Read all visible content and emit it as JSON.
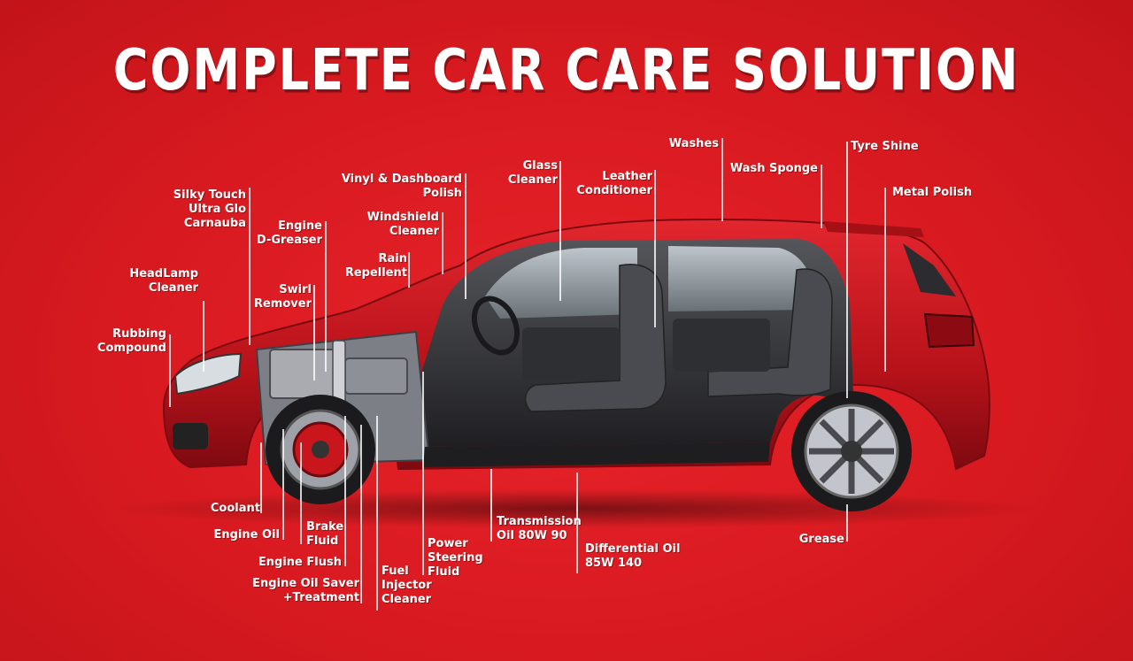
{
  "title": "COMPLETE CAR CARE SOLUTION",
  "colors": {
    "background": "#d81a20",
    "text": "#ffffff",
    "car_body": "#c8161d",
    "interior": "#3a3a3e"
  },
  "labels": {
    "silky_touch": "Silky Touch\nUltra Glo\nCarnauba",
    "headlamp_cleaner": "HeadLamp\nCleaner",
    "rubbing_compound": "Rubbing\nCompound",
    "engine_degreaser": "Engine\nD-Greaser",
    "swirl_remover": "Swirl\nRemover",
    "vinyl_dashboard_polish": "Vinyl & Dashboard\nPolish",
    "windshield_cleaner": "Windshield\nCleaner",
    "rain_repellent": "Rain\nRepellent",
    "glass_cleaner": "Glass\nCleaner",
    "leather_conditioner": "Leather\nConditioner",
    "washes": "Washes",
    "wash_sponge": "Wash Sponge",
    "tyre_shine": "Tyre Shine",
    "metal_polish": "Metal Polish",
    "coolant": "Coolant",
    "engine_oil": "Engine Oil",
    "brake_fluid": "Brake\nFluid",
    "engine_flush": "Engine Flush",
    "engine_oil_saver": "Engine Oil Saver\n+Treatment",
    "fuel_injector_cleaner": "Fuel\nInjector\nCleaner",
    "power_steering_fluid": "Power\nSteering\nFluid",
    "transmission_oil": "Transmission\nOil 80W 90",
    "differential_oil": "Differential Oil\n85W 140",
    "grease": "Grease"
  }
}
